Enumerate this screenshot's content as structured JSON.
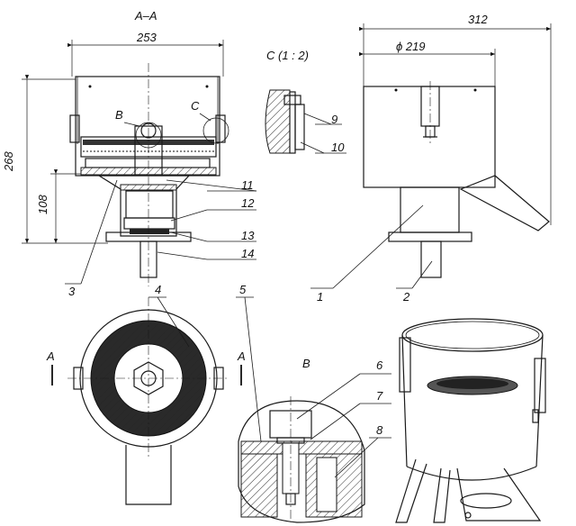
{
  "section_title": "A–A",
  "detail_c_title": "С (1 : 2)",
  "detail_b_title": "В",
  "dimensions": {
    "width_253": "253",
    "height_268": "268",
    "height_108": "108",
    "width_312": "312",
    "diameter_219": "ϕ 219"
  },
  "view_markers": {
    "b_mark": "В",
    "c_mark": "С",
    "a_left": "А",
    "a_right": "А"
  },
  "callouts": [
    "1",
    "2",
    "3",
    "4",
    "5",
    "6",
    "7",
    "8",
    "9",
    "10",
    "11",
    "12",
    "13",
    "14"
  ]
}
